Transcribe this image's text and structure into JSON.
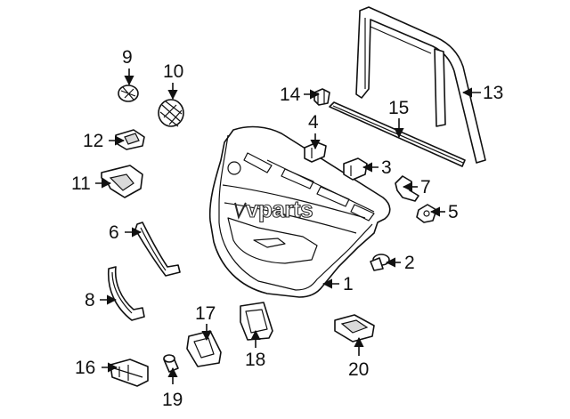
{
  "callouts": {
    "c1": "1",
    "c2": "2",
    "c3": "3",
    "c4": "4",
    "c5": "5",
    "c6": "6",
    "c7": "7",
    "c8": "8",
    "c9": "9",
    "c10": "10",
    "c11": "11",
    "c12": "12",
    "c13": "13",
    "c14": "14",
    "c15": "15",
    "c16": "16",
    "c17": "17",
    "c18": "18",
    "c19": "19",
    "c20": "20"
  },
  "watermark": {
    "text": "vparts"
  }
}
